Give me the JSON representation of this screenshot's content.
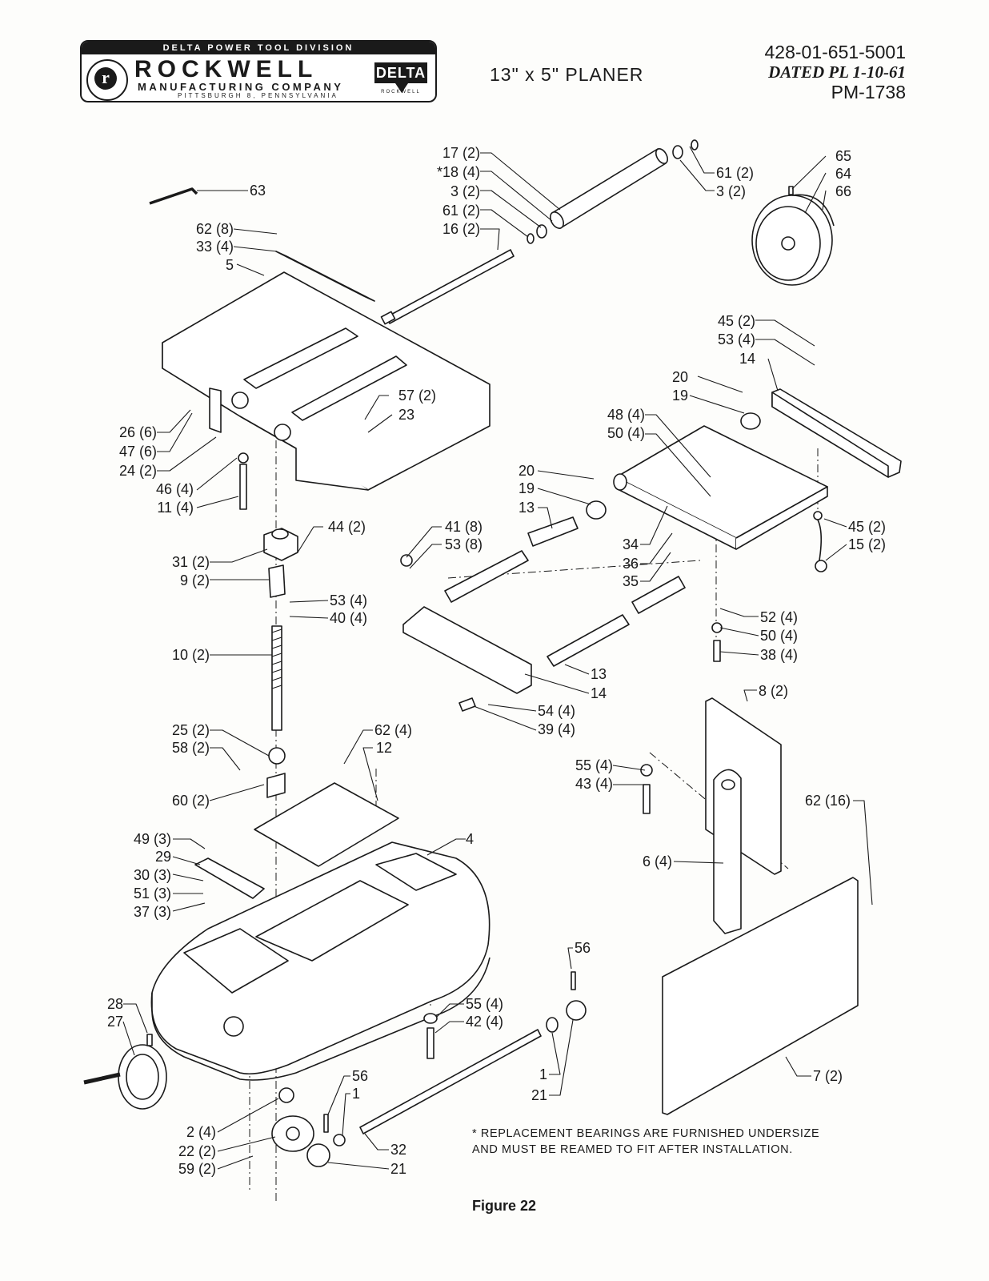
{
  "header": {
    "division": "DELTA POWER TOOL DIVISION",
    "seal_letter": "r",
    "company": "ROCKWELL",
    "company_sub": "MANUFACTURING COMPANY",
    "city": "PITTSBURGH 8, PENNSYLVANIA",
    "delta": "DELTA",
    "delta_sub": "ROCKWELL",
    "title": "13\" x 5\" PLANER",
    "doc_number": "428-01-651-5001",
    "dated": "DATED  PL 1-10-61",
    "pm": "PM-1738"
  },
  "labels": [
    {
      "id": "17",
      "text": "17 (2)"
    },
    {
      "id": "18",
      "text": "*18 (4)"
    },
    {
      "id": "3a",
      "text": "3 (2)"
    },
    {
      "id": "61a",
      "text": "61 (2)"
    },
    {
      "id": "16",
      "text": "16 (2)"
    },
    {
      "id": "61b",
      "text": "61 (2)"
    },
    {
      "id": "3b",
      "text": "3 (2)"
    },
    {
      "id": "65",
      "text": "65"
    },
    {
      "id": "64",
      "text": "64"
    },
    {
      "id": "66",
      "text": "66"
    },
    {
      "id": "63",
      "text": "63"
    },
    {
      "id": "62a",
      "text": "62 (8)"
    },
    {
      "id": "33",
      "text": "33 (4)"
    },
    {
      "id": "5",
      "text": "5"
    },
    {
      "id": "45a",
      "text": "45 (2)"
    },
    {
      "id": "53a",
      "text": "53 (4)"
    },
    {
      "id": "14a",
      "text": "14"
    },
    {
      "id": "20a",
      "text": "20"
    },
    {
      "id": "19a",
      "text": "19"
    },
    {
      "id": "57",
      "text": "57 (2)"
    },
    {
      "id": "23",
      "text": "23"
    },
    {
      "id": "48",
      "text": "48 (4)"
    },
    {
      "id": "50a",
      "text": "50 (4)"
    },
    {
      "id": "26",
      "text": "26 (6)"
    },
    {
      "id": "47",
      "text": "47 (6)"
    },
    {
      "id": "24",
      "text": "24 (2)"
    },
    {
      "id": "46",
      "text": "46 (4)"
    },
    {
      "id": "11",
      "text": "11 (4)"
    },
    {
      "id": "20b",
      "text": "20"
    },
    {
      "id": "19b",
      "text": "19"
    },
    {
      "id": "13a",
      "text": "13"
    },
    {
      "id": "44",
      "text": "44 (2)"
    },
    {
      "id": "41",
      "text": "41 (8)"
    },
    {
      "id": "53b",
      "text": "53 (8)"
    },
    {
      "id": "34",
      "text": "34"
    },
    {
      "id": "36",
      "text": "36"
    },
    {
      "id": "35",
      "text": "35"
    },
    {
      "id": "45b",
      "text": "45 (2)"
    },
    {
      "id": "15",
      "text": "15 (2)"
    },
    {
      "id": "31",
      "text": "31 (2)"
    },
    {
      "id": "9",
      "text": "9 (2)"
    },
    {
      "id": "53c",
      "text": "53 (4)"
    },
    {
      "id": "40",
      "text": "40 (4)"
    },
    {
      "id": "52",
      "text": "52 (4)"
    },
    {
      "id": "50b",
      "text": "50 (4)"
    },
    {
      "id": "38",
      "text": "38 (4)"
    },
    {
      "id": "10",
      "text": "10 (2)"
    },
    {
      "id": "13b",
      "text": "13"
    },
    {
      "id": "14b",
      "text": "14"
    },
    {
      "id": "8",
      "text": "8 (2)"
    },
    {
      "id": "54",
      "text": "54 (4)"
    },
    {
      "id": "39",
      "text": "39 (4)"
    },
    {
      "id": "25",
      "text": "25 (2)"
    },
    {
      "id": "58",
      "text": "58 (2)"
    },
    {
      "id": "62b",
      "text": "62 (4)"
    },
    {
      "id": "12",
      "text": "12"
    },
    {
      "id": "55a",
      "text": "55 (4)"
    },
    {
      "id": "43",
      "text": "43 (4)"
    },
    {
      "id": "60",
      "text": "60 (2)"
    },
    {
      "id": "62c",
      "text": "62 (16)"
    },
    {
      "id": "4",
      "text": "4"
    },
    {
      "id": "49",
      "text": "49 (3)"
    },
    {
      "id": "29",
      "text": "29"
    },
    {
      "id": "30",
      "text": "30 (3)"
    },
    {
      "id": "51",
      "text": "51 (3)"
    },
    {
      "id": "37",
      "text": "37 (3)"
    },
    {
      "id": "6",
      "text": "6 (4)"
    },
    {
      "id": "56a",
      "text": "56"
    },
    {
      "id": "28",
      "text": "28"
    },
    {
      "id": "27",
      "text": "27"
    },
    {
      "id": "55b",
      "text": "55 (4)"
    },
    {
      "id": "42",
      "text": "42 (4)"
    },
    {
      "id": "1a",
      "text": "1"
    },
    {
      "id": "21a",
      "text": "21"
    },
    {
      "id": "7",
      "text": "7 (2)"
    },
    {
      "id": "56b",
      "text": "56"
    },
    {
      "id": "1b",
      "text": "1"
    },
    {
      "id": "2",
      "text": "2 (4)"
    },
    {
      "id": "22",
      "text": "22 (2)"
    },
    {
      "id": "59",
      "text": "59 (2)"
    },
    {
      "id": "32",
      "text": "32"
    },
    {
      "id": "21b",
      "text": "21"
    }
  ],
  "note_line1": "* REPLACEMENT  BEARINGS ARE FURNISHED UNDERSIZE",
  "note_line2": "AND MUST BE REAMED TO FIT AFTER INSTALLATION.",
  "caption": "Figure 22"
}
